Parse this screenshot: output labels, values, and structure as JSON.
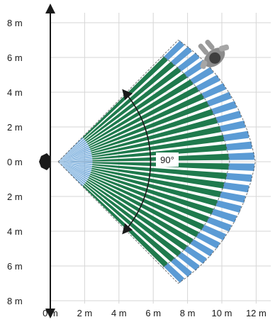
{
  "y_axis_labels": [
    "8 m",
    "6 m",
    "4 m",
    "2 m",
    "0 m",
    "2 m",
    "4 m",
    "6 m",
    "8 m"
  ],
  "x_axis_labels": [
    "0 m",
    "2 m",
    "4 m",
    "6 m",
    "8 m",
    "10 m",
    "12 m"
  ],
  "angle_label": "90°",
  "colors": {
    "near_zone": "#5b9bd5",
    "far_zone": "#5b9bd5",
    "mid_zone": "#1f7a4d",
    "axis": "#1a1a1a",
    "grid": "#d6d6d6",
    "person": "#8c8c8c"
  },
  "icons": {
    "sensor": "sensor-icon",
    "person": "person-topview-icon"
  },
  "detection": {
    "field_of_view_deg": 90,
    "outer_range_m": 11.5,
    "inner_range_m": 10,
    "near_zone_m": 2
  }
}
